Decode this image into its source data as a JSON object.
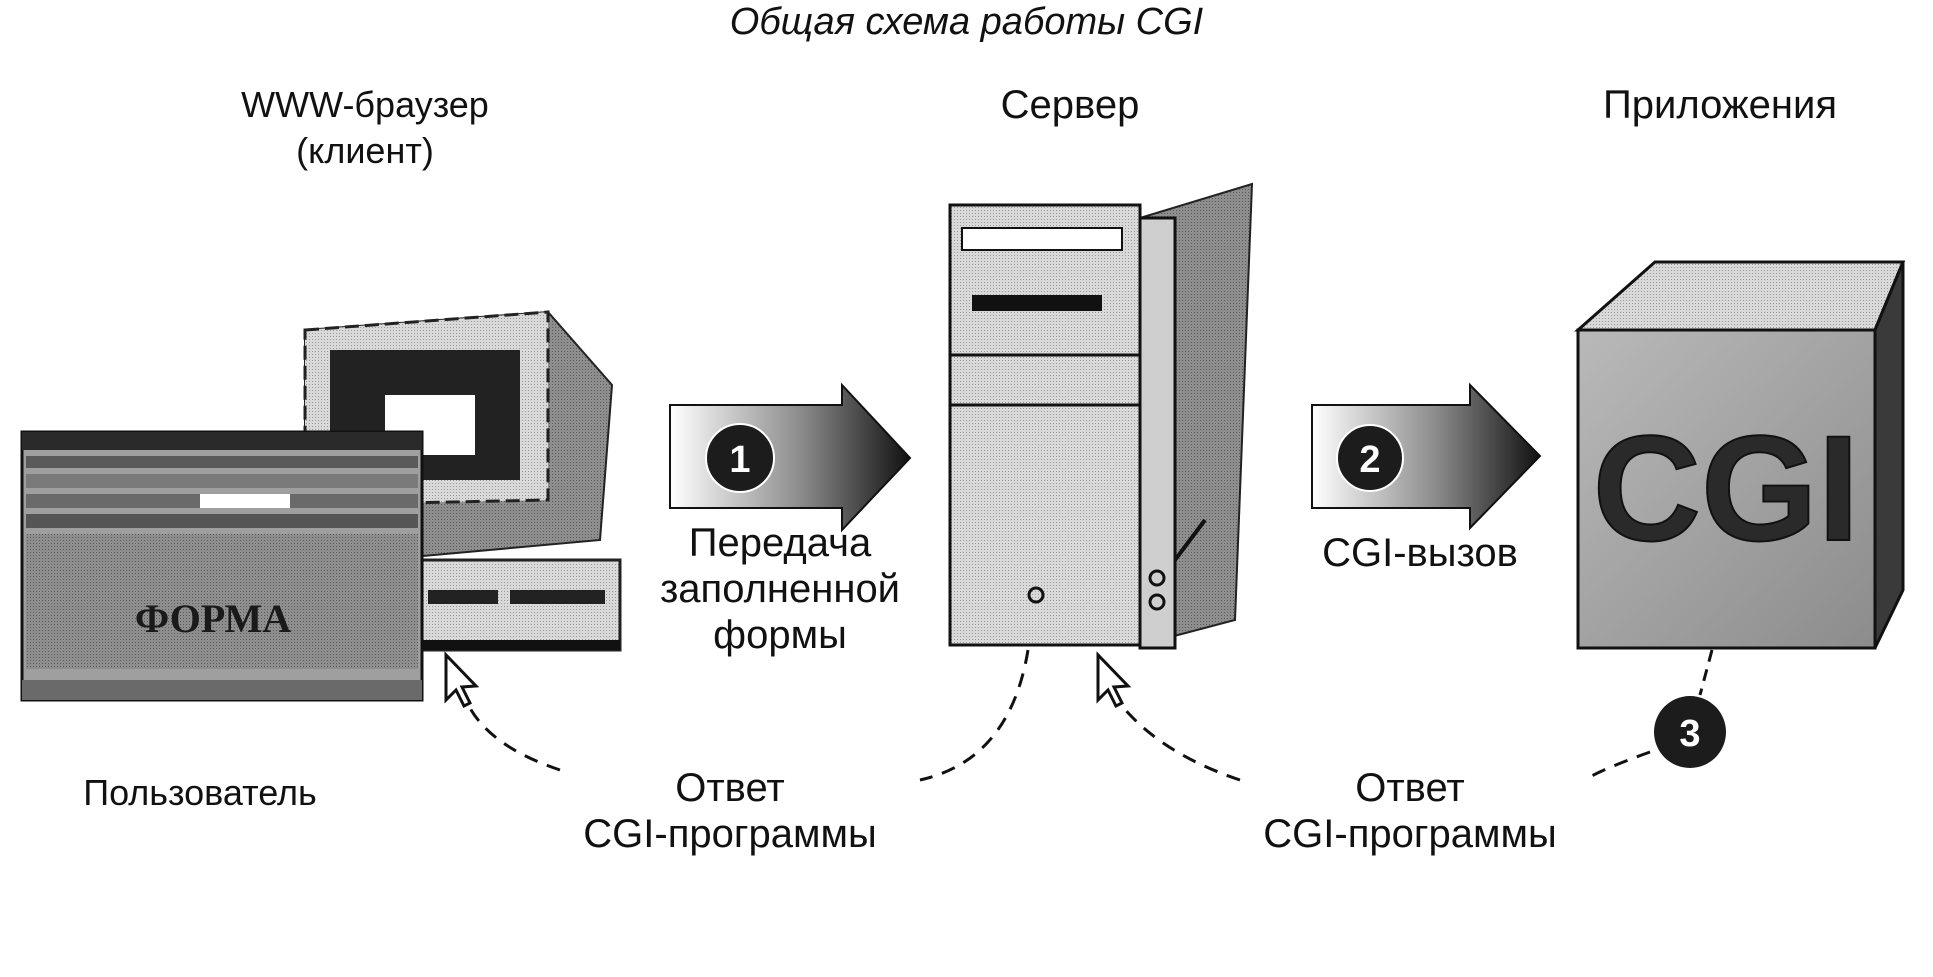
{
  "title": "Общая схема работы CGI",
  "nodes": {
    "browser": {
      "label_line1": "WWW-браузер",
      "label_line2": "(клиент)",
      "form_text": "ФОРМА"
    },
    "server": {
      "label": "Сервер"
    },
    "apps": {
      "label": "Приложения",
      "cube_text": "CGI"
    },
    "user": {
      "label": "Пользователь"
    }
  },
  "steps": [
    {
      "number": "1",
      "label_lines": [
        "Передача",
        "заполненной",
        "формы"
      ]
    },
    {
      "number": "2",
      "label_lines": [
        "CGI-вызов"
      ]
    },
    {
      "number": "3"
    }
  ],
  "responses": [
    {
      "line1": "Ответ",
      "line2": "CGI-программы"
    },
    {
      "line1": "Ответ",
      "line2": "CGI-программы"
    }
  ],
  "colors": {
    "arrow_dark": "#1a1a1a",
    "arrow_light": "#ffffff",
    "gray": "#9a9a9a",
    "badge": "#1c1c1c"
  }
}
